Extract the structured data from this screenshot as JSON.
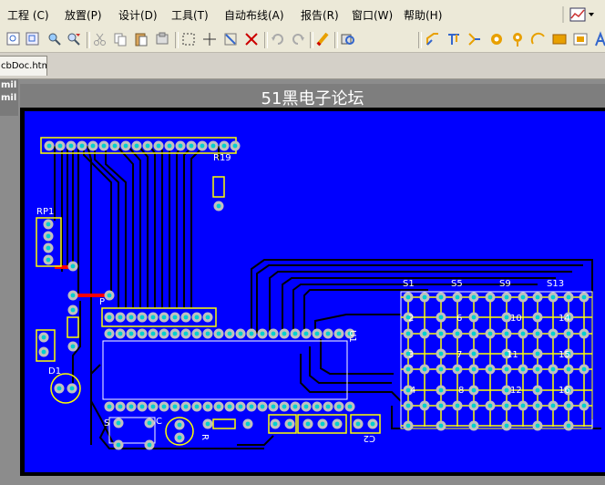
{
  "menu": {
    "project": "工程 (C)",
    "place": "放置(P)",
    "design": "设计(D)",
    "tools": "工具(T)",
    "autoroute": "自动布线(A)",
    "reports": "报告(R)",
    "window": "窗口(W)",
    "help": "帮助(H)"
  },
  "document_tab": "cbDoc.htm",
  "side_panel": {
    "line1": "mil",
    "line2": "mil"
  },
  "board_title": "51黑电子论坛",
  "components": {
    "r19": "R19",
    "rp1": "RP1",
    "p": "P",
    "d1": "D1",
    "u1": "U1",
    "s": "S",
    "c": "C",
    "r": "R",
    "c2": "C2",
    "s1": "S1",
    "s5": "S5",
    "s9": "S9",
    "s13": "S13",
    "k2": "2",
    "k6": "6",
    "k10": "10",
    "k14": "14",
    "k3": "3",
    "k7": "7",
    "k11": "11",
    "k15": "15",
    "k4": "4",
    "k8": "8",
    "k12": "12",
    "k16": "16"
  },
  "colors": {
    "board": "#0000ff",
    "track": "#000000",
    "silkscreen": "#ffff00",
    "pad": "#c0c0c0",
    "pad_hole": "#00d0d0",
    "top_track": "#ff0000"
  }
}
